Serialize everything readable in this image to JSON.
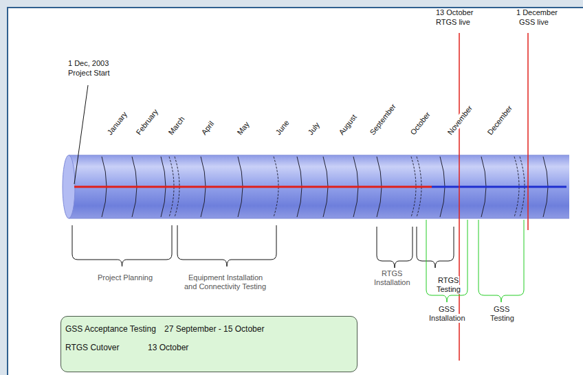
{
  "diagram": {
    "nodes": [
      {
        "text": [
          "GSS Acceptance Testing",
          "27 September - 15 October",
          "RTGS Cutover",
          "13 October"
        ]
      }
    ],
    "labels": [
      "1 Dec, 2003",
      "Project Start",
      "13 October",
      "RTGS live",
      "1 December",
      "GSS live",
      "January",
      "February",
      "March",
      "April",
      "May",
      "June",
      "July",
      "August",
      "September",
      "October",
      "November",
      "December",
      "Project Planning",
      "Equipment Installation",
      "and Connectivity Testing",
      "RTGS",
      "Installation",
      "RTGS",
      "Testing",
      "GSS",
      "Installation",
      "GSS",
      "Testing"
    ]
  }
}
